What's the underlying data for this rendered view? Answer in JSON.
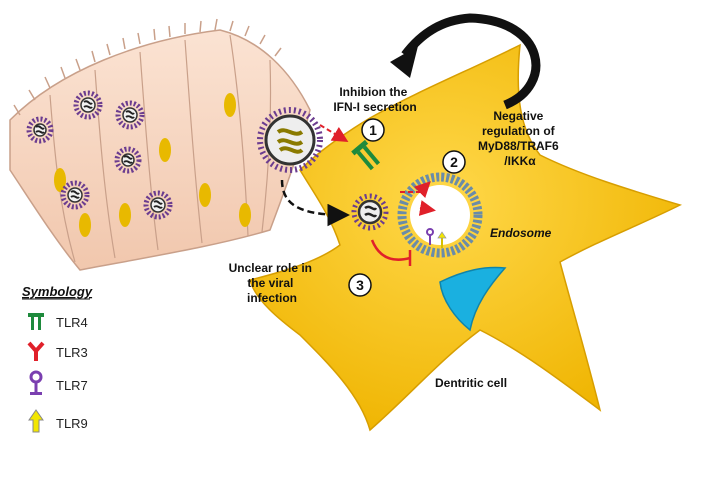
{
  "labels": {
    "inhibition": [
      "Inhibion the",
      "IFN-I secretion"
    ],
    "negative": [
      "Negative",
      "regulation of",
      "MyD88/TRAF6",
      "/IKKα"
    ],
    "unclear": [
      "Unclear role in",
      "the viral",
      "infection"
    ],
    "endosome": "Endosome",
    "dendritic": "Dentritic cell"
  },
  "steps": [
    "1",
    "2",
    "3"
  ],
  "legend": {
    "title": "Symbology",
    "items": [
      {
        "label": "TLR4",
        "icon": "tlr4-icon",
        "color": "#1e8a3c"
      },
      {
        "label": "TLR3",
        "icon": "tlr3-icon",
        "color": "#e0202a"
      },
      {
        "label": "TLR7",
        "icon": "tlr7-icon",
        "color": "#7a3fb0"
      },
      {
        "label": "TLR9",
        "icon": "tlr9-icon",
        "color": "#f2e600"
      }
    ]
  },
  "colors": {
    "cell": "#f5c518",
    "epithelium": "#f6d7c4",
    "nucleus": "#e8b900",
    "endosome": "#6a8ca8",
    "dc_nucleus": "#1ab0e0",
    "virus": "#6b3c8f"
  }
}
